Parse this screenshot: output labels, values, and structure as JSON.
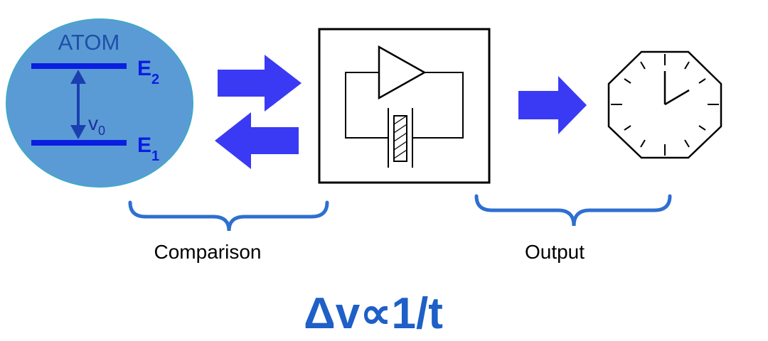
{
  "atom": {
    "title": "ATOM",
    "upper_level_symbol": "E",
    "upper_level_subscript": "2",
    "lower_level_symbol": "E",
    "lower_level_subscript": "1",
    "transition_symbol": "v",
    "transition_subscript": "0"
  },
  "labels": {
    "comparison": "Comparison",
    "output": "Output"
  },
  "formula": "Δv∝1/t",
  "colors": {
    "atom_fill": "#5b9bd5",
    "atom_stroke": "#41a8c8",
    "level_lines": "#0a1ee0",
    "arrow_blue": "#3a3af5",
    "brace_blue": "#2e6fd0",
    "formula_blue": "#1e5fc8",
    "dark_blue_text": "#1a2fa0",
    "atom_title_text": "#1f4fa8"
  },
  "icons": {
    "arrow_to_oscillator": "right-arrow",
    "arrow_to_atom": "left-arrow",
    "arrow_to_clock": "right-arrow",
    "oscillator": "amplifier-with-crystal-resonator",
    "clock": "octagonal-clock-face"
  }
}
